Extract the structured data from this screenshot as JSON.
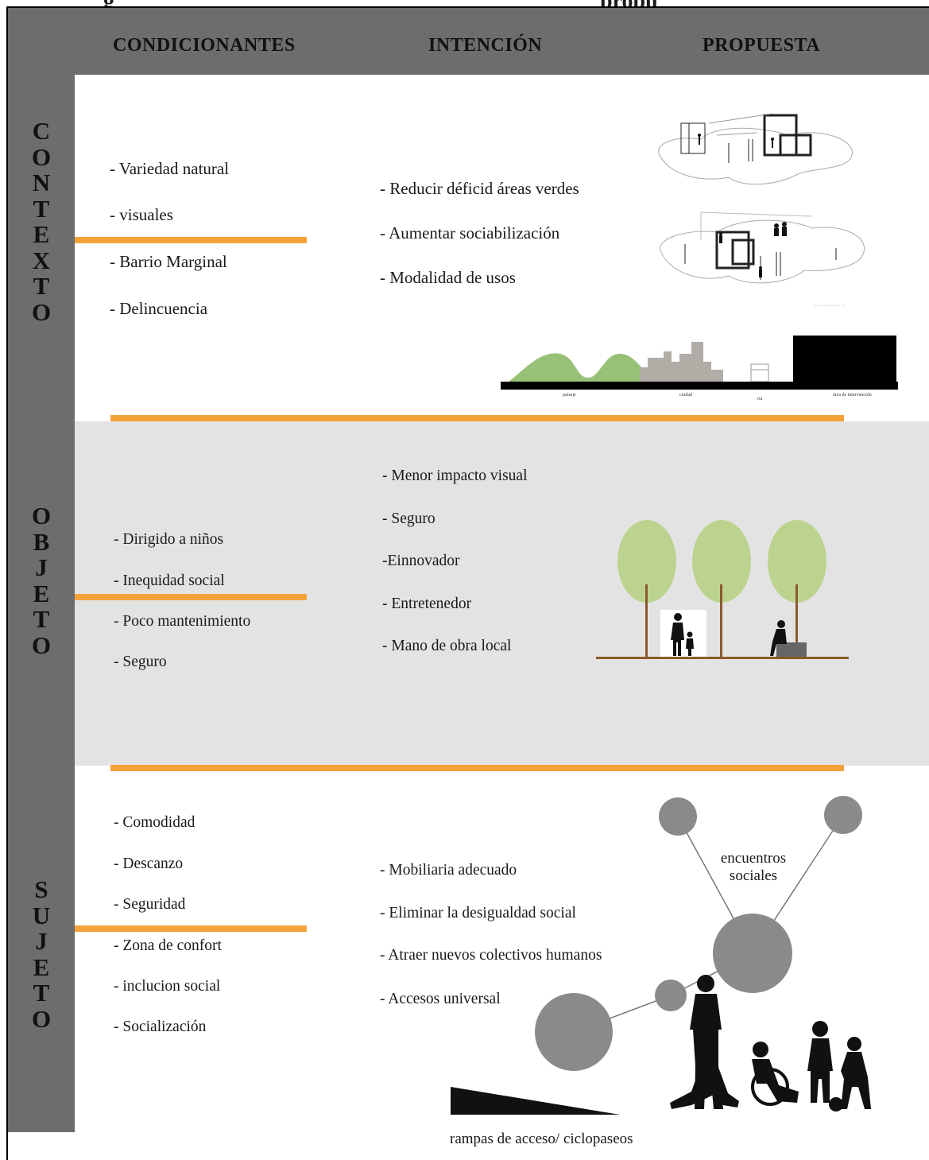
{
  "page": {
    "title_fragment": "...g... ... ... ... ...propu..."
  },
  "header": {
    "col1": "CONDICIONANTES",
    "col2": "INTENCIÓN",
    "col3": "PROPUESTA"
  },
  "rows": {
    "contexto": {
      "label": [
        "C",
        "O",
        "N",
        "T",
        "E",
        "X",
        "T",
        "O"
      ],
      "conditions": [
        "- Variedad natural",
        "- visuales",
        "- Barrio  Marginal",
        "- Delincuencia"
      ],
      "intentions": [
        "- Reducir  déficid áreas verdes",
        "- Aumentar sociabilización",
        "- Modalidad de usos"
      ],
      "section_labels": [
        "paisaje",
        "ciudad",
        "vía",
        "área de intervención"
      ]
    },
    "objeto": {
      "label": [
        "O",
        "B",
        "J",
        "E",
        "T",
        "O"
      ],
      "conditions": [
        "- Dirigido a niños",
        "- Inequidad social",
        "- Poco mantenimiento",
        "- Seguro"
      ],
      "intentions": [
        "- Menor impacto visual",
        "- Seguro",
        "-Einnovador",
        "- Entretenedor",
        "- Mano de obra local"
      ]
    },
    "sujeto": {
      "label": [
        "S",
        "U",
        "J",
        "E",
        "T",
        "O"
      ],
      "conditions": [
        "- Comodidad",
        "- Descanzo",
        "- Seguridad",
        "- Zona de confort",
        "- inclucion social",
        "- Socialización"
      ],
      "intentions": [
        "- Mobiliaria adecuado",
        "- Eliminar la desigualdad social",
        "- Atraer nuevos  colectivos  humanos",
        "- Accesos  universal"
      ],
      "diagram_label_line1": "encuentros",
      "diagram_label_line2": "sociales",
      "ramp_caption": "rampas de acceso/ ciclopaseos"
    }
  },
  "colors": {
    "header_gray": "#6d6d6d",
    "band_gray": "#e4e3e4",
    "accent_orange": "#f4a23a",
    "tree_green": "#bcd38f",
    "trunk_brown": "#8b5a2b",
    "circle_gray": "#8a8a8a"
  }
}
